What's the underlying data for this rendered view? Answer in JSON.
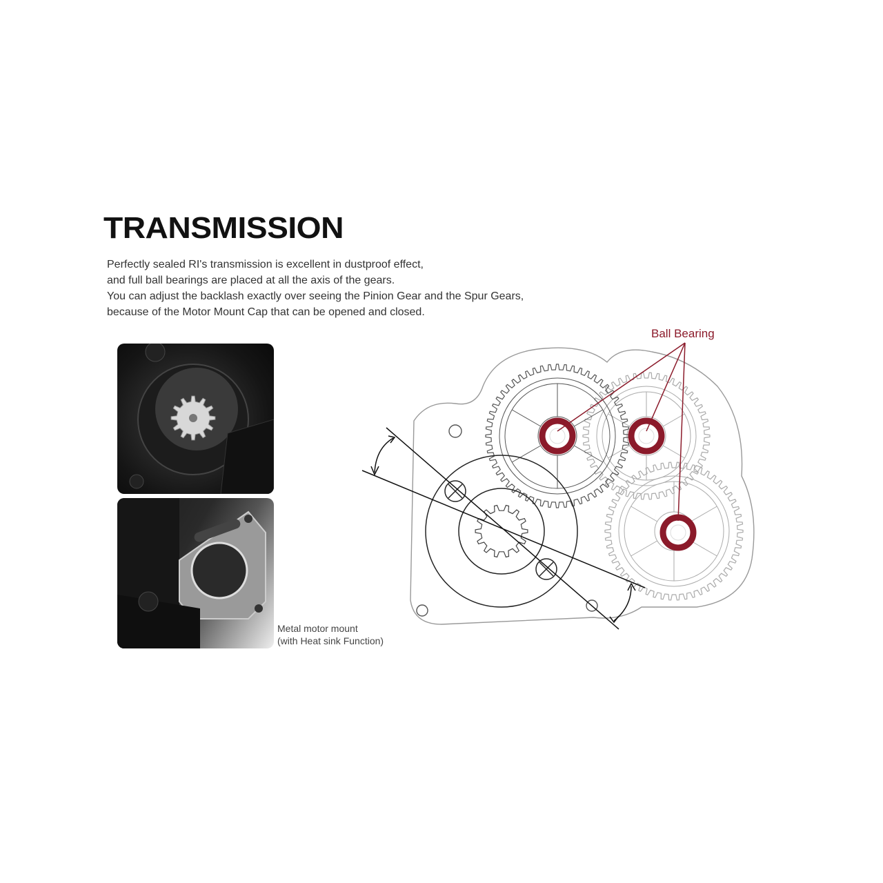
{
  "heading": "TRANSMISSION",
  "description": [
    "Perfectly sealed RI's transmission is excellent in dustproof effect,",
    "and full ball bearings are placed at all the axis of the gears.",
    "You can adjust the backlash exactly over seeing the Pinion Gear and the Spur Gears,",
    "because of the Motor Mount Cap that can be opened and closed."
  ],
  "photo_caption": [
    "Metal motor mount",
    "(with Heat sink Function)"
  ],
  "diagram": {
    "callout_label": "Ball Bearing",
    "accent_color": "#8b1a2a"
  }
}
